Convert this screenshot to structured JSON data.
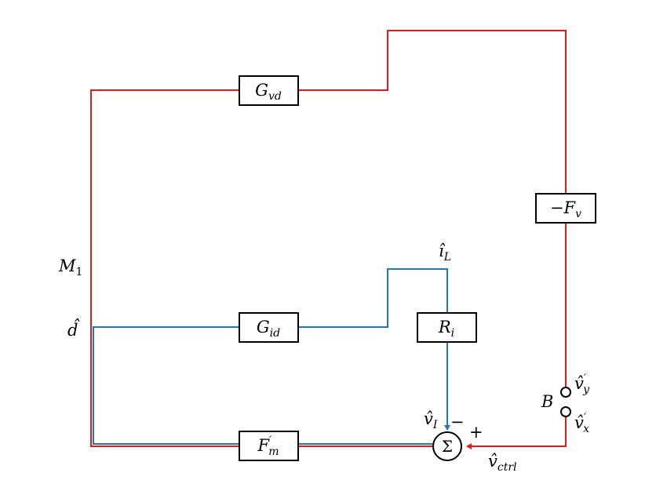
{
  "blocks": {
    "gvd": "G_vd",
    "gid": "G_id",
    "fm": "F′_m",
    "ri": "R_i",
    "fv": "−F_v"
  },
  "labels": {
    "m1": "M_1",
    "d_hat": "d̂",
    "i_l_hat": "î_L",
    "v_i_hat": "v̂_I",
    "v_ctrl_hat": "v̂_ctrl",
    "v_y": "v̂′_y",
    "v_x": "v̂′_x",
    "b": "B",
    "minus": "−",
    "plus": "+",
    "sigma": "Σ"
  },
  "colors": {
    "red_path": "#e31a1c",
    "blue_path": "#1f78b4",
    "block_border": "#000000"
  }
}
